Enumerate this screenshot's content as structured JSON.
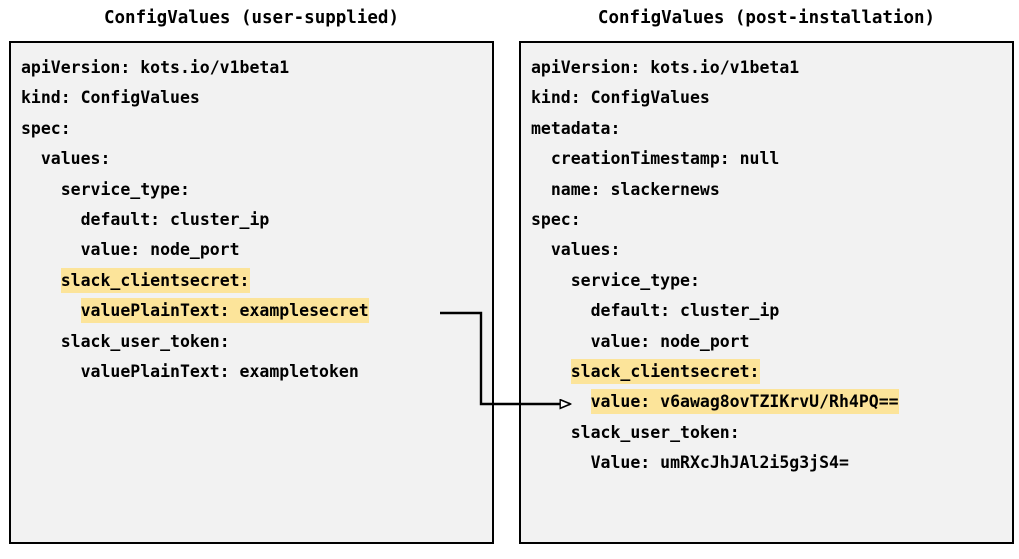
{
  "panels": {
    "left": {
      "title": "ConfigValues (user-supplied)",
      "lines": [
        {
          "text": "apiVersion: kots.io/v1beta1",
          "highlight": false
        },
        {
          "text": "kind: ConfigValues",
          "highlight": false
        },
        {
          "text": "spec:",
          "highlight": false
        },
        {
          "text": "  values:",
          "highlight": false
        },
        {
          "text": "    service_type:",
          "highlight": false
        },
        {
          "text": "      default: cluster_ip",
          "highlight": false
        },
        {
          "text": "      value: node_port",
          "highlight": false
        },
        {
          "text": "    slack_clientsecret:",
          "highlight": true
        },
        {
          "text": "      valuePlainText: examplesecret",
          "highlight": true
        },
        {
          "text": "    slack_user_token:",
          "highlight": false
        },
        {
          "text": "      valuePlainText: exampletoken",
          "highlight": false
        }
      ]
    },
    "right": {
      "title": "ConfigValues (post-installation)",
      "lines": [
        {
          "text": "apiVersion: kots.io/v1beta1",
          "highlight": false
        },
        {
          "text": "kind: ConfigValues",
          "highlight": false
        },
        {
          "text": "metadata:",
          "highlight": false
        },
        {
          "text": "  creationTimestamp: null",
          "highlight": false
        },
        {
          "text": "  name: slackernews",
          "highlight": false
        },
        {
          "text": "spec:",
          "highlight": false
        },
        {
          "text": "  values:",
          "highlight": false
        },
        {
          "text": "    service_type:",
          "highlight": false
        },
        {
          "text": "      default: cluster_ip",
          "highlight": false
        },
        {
          "text": "      value: node_port",
          "highlight": false
        },
        {
          "text": "    slack_clientsecret:",
          "highlight": true
        },
        {
          "text": "      value: v6awag8ovTZIKrvU/Rh4PQ==",
          "highlight": true
        },
        {
          "text": "    slack_user_token:",
          "highlight": false
        },
        {
          "text": "      Value: umRXcJhJAl2i5g3jS4=",
          "highlight": false
        }
      ]
    }
  },
  "connector": {
    "from_label": "valuePlainText: examplesecret",
    "to_label": "value: v6awag8ovTZIKrvU/Rh4PQ==",
    "arrowhead": "open-triangle-right"
  },
  "colors": {
    "highlight": "#fce49a",
    "panel_background": "#f2f2f2",
    "panel_border": "#000000",
    "text": "#000000",
    "page_background": "#ffffff",
    "connector": "#000000"
  }
}
